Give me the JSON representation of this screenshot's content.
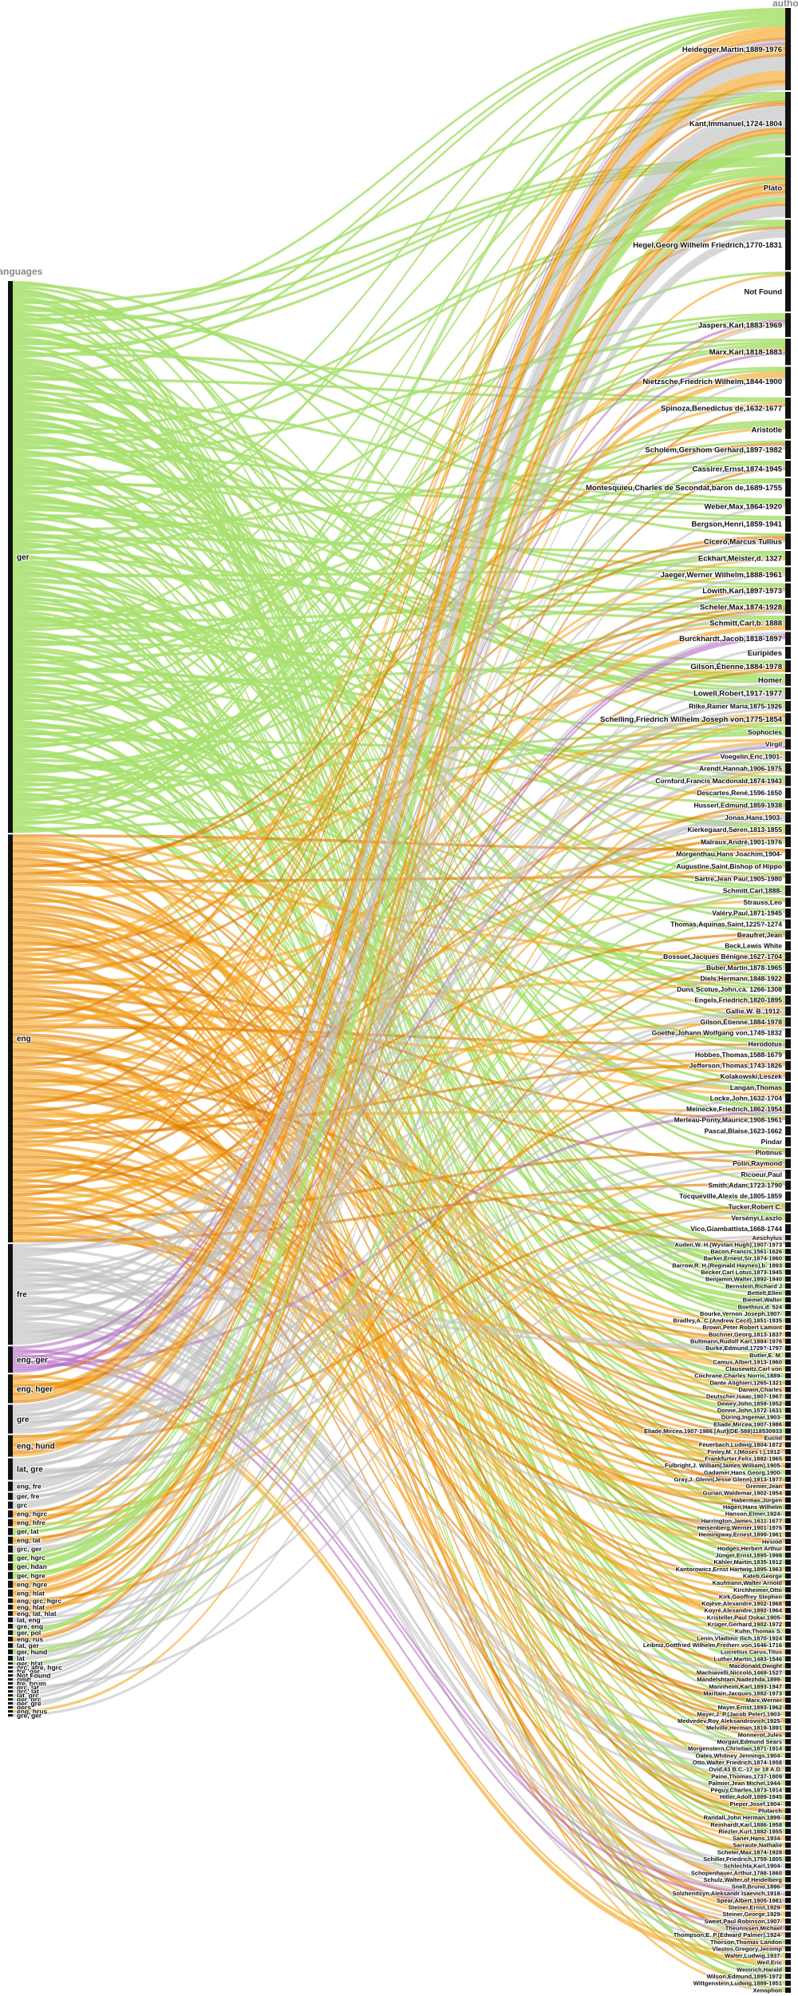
{
  "diagram": {
    "type": "parallel-sets",
    "left_axis_title": "languages",
    "right_axis_title": "author",
    "colors": {
      "green": "#a8e06e",
      "orange": "#f5a623",
      "gray": "#c0c0c0",
      "purple": "#b86fc4",
      "darkorange": "#e07b00",
      "bar": "#111111",
      "label": "#111111"
    },
    "languages": [
      {
        "label": "ger",
        "weight": 230,
        "color": "green"
      },
      {
        "label": "eng",
        "weight": 170,
        "color": "orange"
      },
      {
        "label": "fre",
        "weight": 42,
        "color": "gray"
      },
      {
        "label": "eng, ger",
        "weight": 11,
        "color": "purple"
      },
      {
        "label": "eng, hger",
        "weight": 12,
        "color": "orange"
      },
      {
        "label": "gre",
        "weight": 12,
        "color": "gray"
      },
      {
        "label": "eng, hund",
        "weight": 9,
        "color": "orange"
      },
      {
        "label": "lat, gre",
        "weight": 9,
        "color": "gray"
      },
      {
        "label": "eng, fre",
        "weight": 4,
        "color": "gray"
      },
      {
        "label": "ger, fre",
        "weight": 3,
        "color": "gray"
      },
      {
        "label": "grc",
        "weight": 3,
        "color": "gray"
      },
      {
        "label": "eng, hgrc",
        "weight": 3,
        "color": "orange"
      },
      {
        "label": "eng, hfre",
        "weight": 3,
        "color": "orange"
      },
      {
        "label": "ger, lat",
        "weight": 3,
        "color": "green"
      },
      {
        "label": "eng, lat",
        "weight": 3,
        "color": "orange"
      },
      {
        "label": "grc, ger",
        "weight": 3,
        "color": "gray"
      },
      {
        "label": "ger, hgrc",
        "weight": 3,
        "color": "green"
      },
      {
        "label": "ger, hdan",
        "weight": 3,
        "color": "green"
      },
      {
        "label": "ger, hgre",
        "weight": 3,
        "color": "green"
      },
      {
        "label": "eng, hgre",
        "weight": 3,
        "color": "orange"
      },
      {
        "label": "eng, hlat",
        "weight": 3,
        "color": "orange"
      },
      {
        "label": "eng, grc, hgrc",
        "weight": 2,
        "color": "orange"
      },
      {
        "label": "eng, hlat",
        "weight": 2,
        "color": "orange"
      },
      {
        "label": "eng, lat, hlat",
        "weight": 2,
        "color": "orange"
      },
      {
        "label": "lat, eng",
        "weight": 2,
        "color": "gray"
      },
      {
        "label": "gre, eng",
        "weight": 2,
        "color": "gray"
      },
      {
        "label": "ger, pol",
        "weight": 2,
        "color": "green"
      },
      {
        "label": "eng, rus",
        "weight": 2,
        "color": "orange"
      },
      {
        "label": "lat, ger",
        "weight": 2,
        "color": "gray"
      },
      {
        "label": "ger, hund",
        "weight": 2,
        "color": "green"
      },
      {
        "label": "lat",
        "weight": 2,
        "color": "gray"
      },
      {
        "label": "ger, hlat",
        "weight": 1,
        "color": "green"
      },
      {
        "label": "grc, afre, hgrc",
        "weight": 1,
        "color": "gray"
      },
      {
        "label": "fre, ger",
        "weight": 1,
        "color": "gray"
      },
      {
        "label": "Not Found",
        "weight": 1,
        "color": "gray"
      },
      {
        "label": "gmh",
        "weight": 1,
        "color": "gray"
      },
      {
        "label": "fre, hrum",
        "weight": 1,
        "color": "gray"
      },
      {
        "label": "grc, lat",
        "weight": 1,
        "color": "gray"
      },
      {
        "label": "grc, lat",
        "weight": 1,
        "color": "gray"
      },
      {
        "label": "lat, grc",
        "weight": 1,
        "color": "gray"
      },
      {
        "label": "ger, grc",
        "weight": 1,
        "color": "gray"
      },
      {
        "label": "ger, gre",
        "weight": 1,
        "color": "gray"
      },
      {
        "label": "gers",
        "weight": 1,
        "color": "gray"
      },
      {
        "label": "eng, hrus",
        "weight": 1,
        "color": "orange"
      },
      {
        "label": "gre, ger",
        "weight": 1,
        "color": "gray"
      }
    ],
    "authors": [
      {
        "label": "Heidegger,Martin,1889-1976",
        "weight": 62
      },
      {
        "label": "Kant,Immanuel,1724-1804",
        "weight": 48
      },
      {
        "label": "Plato",
        "weight": 46
      },
      {
        "label": "Hegel,Georg Wilhelm Friedrich,1770-1831",
        "weight": 38
      },
      {
        "label": "Not Found",
        "weight": 30
      },
      {
        "label": "Jaspers,Karl,1883-1969",
        "weight": 18
      },
      {
        "label": "Marx,Karl,1818-1883",
        "weight": 20
      },
      {
        "label": "Nietzsche,Friedrich Wilhelm,1844-1900",
        "weight": 22
      },
      {
        "label": "Spinoza,Benedictus de,1632-1677",
        "weight": 16
      },
      {
        "label": "Aristotle",
        "weight": 14
      },
      {
        "label": "Scholem,Gershom Gerhard,1897-1982",
        "weight": 14
      },
      {
        "label": "Cassirer,Ernst,1874-1945",
        "weight": 12
      },
      {
        "label": "Montesquieu,Charles de Secondat,baron de,1689-1755",
        "weight": 14
      },
      {
        "label": "Weber,Max,1864-1920",
        "weight": 12
      },
      {
        "label": "Bergson,Henri,1859-1941",
        "weight": 12
      },
      {
        "label": "Cicero,Marcus Tullius",
        "weight": 12
      },
      {
        "label": "Eckhart,Meister,d. 1327",
        "weight": 11
      },
      {
        "label": "Jaeger,Werner Wilhelm,1888-1961",
        "weight": 11
      },
      {
        "label": "Löwith,Karl,1897-1973",
        "weight": 11
      },
      {
        "label": "Scheler,Max,1874-1928",
        "weight": 11
      },
      {
        "label": "Schmitt,Carl,b. 1888",
        "weight": 11
      },
      {
        "label": "Burckhardt,Jacob,1818-1897",
        "weight": 10
      },
      {
        "label": "Euripides",
        "weight": 9
      },
      {
        "label": "Gilson,Étienne,1884-1978",
        "weight": 9
      },
      {
        "label": "Homer",
        "weight": 9
      },
      {
        "label": "Lowell,Robert,1917-1977",
        "weight": 9
      },
      {
        "label": "Rilke,Rainer Maria,1875-1926",
        "weight": 8
      },
      {
        "label": "Schelling,Friedrich Wilhelm Joseph von,1775-1854",
        "weight": 9
      },
      {
        "label": "Sophocles",
        "weight": 8
      },
      {
        "label": "Virgil",
        "weight": 8
      },
      {
        "label": "Voegelin,Eric,1901-",
        "weight": 8
      },
      {
        "label": "Arendt,Hannah,1906-1975",
        "weight": 8
      },
      {
        "label": "Cornford,Francis Macdonald,1874-1943",
        "weight": 8
      },
      {
        "label": "Descartes,René,1596-1650",
        "weight": 8
      },
      {
        "label": "Husserl,Edmund,1859-1938",
        "weight": 8
      },
      {
        "label": "Jonas,Hans,1903-",
        "weight": 8
      },
      {
        "label": "Kierkegaard,Søren,1813-1855",
        "weight": 8
      },
      {
        "label": "Malraux,André,1901-1976",
        "weight": 8
      },
      {
        "label": "Morgenthau,Hans Joachim,1904-",
        "weight": 8
      },
      {
        "label": "Augustine,Saint,Bishop of Hippo",
        "weight": 8
      },
      {
        "label": "Sartre,Jean Paul,1905-1980",
        "weight": 8
      },
      {
        "label": "Schmitt,Carl,1888-",
        "weight": 8
      },
      {
        "label": "Strauss,Leo",
        "weight": 7
      },
      {
        "label": "Valéry,Paul,1871-1945",
        "weight": 7
      },
      {
        "label": "Thomas,Aquinas,Saint,1225?-1274",
        "weight": 7
      },
      {
        "label": "Beaufret,Jean",
        "weight": 7
      },
      {
        "label": "Beck,Lewis White",
        "weight": 7
      },
      {
        "label": "Bossuet,Jacques Bénigne,1627-1704",
        "weight": 7
      },
      {
        "label": "Buber,Martin,1878-1965",
        "weight": 7
      },
      {
        "label": "Diels,Hermann,1848-1922",
        "weight": 7
      },
      {
        "label": "Duns Scotus,John,ca. 1266-1308",
        "weight": 7
      },
      {
        "label": "Engels,Friedrich,1820-1895",
        "weight": 7
      },
      {
        "label": "Gallie,W. B.,1912-",
        "weight": 7
      },
      {
        "label": "Gilson,Étienne,1884-1978",
        "weight": 7
      },
      {
        "label": "Goethe,Johann Wolfgang von,1749-1832",
        "weight": 7
      },
      {
        "label": "Herodotus",
        "weight": 7
      },
      {
        "label": "Hobbes,Thomas,1588-1679",
        "weight": 7
      },
      {
        "label": "Jefferson,Thomas,1743-1826",
        "weight": 7
      },
      {
        "label": "Kolakowski,Leszek",
        "weight": 7
      },
      {
        "label": "Langan,Thomas",
        "weight": 7
      },
      {
        "label": "Locke,John,1632-1704",
        "weight": 7
      },
      {
        "label": "Meinecke,Friedrich,1862-1954",
        "weight": 7
      },
      {
        "label": "Merleau-Ponty,Maurice,1908-1961",
        "weight": 7
      },
      {
        "label": "Pascal,Blaise,1623-1662",
        "weight": 7
      },
      {
        "label": "Pindar",
        "weight": 7
      },
      {
        "label": "Plotinus",
        "weight": 7
      },
      {
        "label": "Polin,Raymond",
        "weight": 7
      },
      {
        "label": "Ricoeur,Paul",
        "weight": 7
      },
      {
        "label": "Smith,Adam,1723-1790",
        "weight": 7
      },
      {
        "label": "Tocqueville,Alexis de,1805-1859",
        "weight": 7
      },
      {
        "label": "Tucker,Robert C.",
        "weight": 7
      },
      {
        "label": "Versényi,Laszlo",
        "weight": 7
      },
      {
        "label": "Vico,Giambattista,1668-1744",
        "weight": 7
      },
      {
        "label": "Aeschylus",
        "weight": 4
      },
      {
        "label": "Auden,W. H.(Wystan Hugh),1907-1973",
        "weight": 4
      },
      {
        "label": "Bacon,Francis,1561-1626",
        "weight": 4
      },
      {
        "label": "Barker,Ernest,Sir,1874-1960",
        "weight": 4
      },
      {
        "label": "Barrow,R. H.(Reginald Haynes),b. 1893",
        "weight": 4
      },
      {
        "label": "Becker,Carl Lotus,1873-1945",
        "weight": 4
      },
      {
        "label": "Benjamin,Walter,1892-1940",
        "weight": 4
      },
      {
        "label": "Bernstein,Richard J",
        "weight": 4
      },
      {
        "label": "Bettelt,Ellen",
        "weight": 4
      },
      {
        "label": "Biemel,Walter",
        "weight": 4
      },
      {
        "label": "Boethius,d. 524",
        "weight": 4
      },
      {
        "label": "Bourke,Vernon Joseph,1907-",
        "weight": 4
      },
      {
        "label": "Bradley,A. C.(Andrew Cecil),1851-1935",
        "weight": 4
      },
      {
        "label": "Brown,Peter Robert Lamont",
        "weight": 4
      },
      {
        "label": "Büchner,Georg,1813-1837",
        "weight": 4
      },
      {
        "label": "Bultmann,Rudolf Karl,1884-1976",
        "weight": 4
      },
      {
        "label": "Burke,Edmund,1729?-1797",
        "weight": 4
      },
      {
        "label": "Butler,E. M.",
        "weight": 4
      },
      {
        "label": "Camus,Albert,1913-1960",
        "weight": 4
      },
      {
        "label": "Clausewitz,Carl von",
        "weight": 4
      },
      {
        "label": "Cochrane,Charles Norris,1889-",
        "weight": 4
      },
      {
        "label": "Dante Alighieri,1265-1321",
        "weight": 4
      },
      {
        "label": "Darwin,Charles",
        "weight": 4
      },
      {
        "label": "Deutscher,Isaac,1907-1967",
        "weight": 4
      },
      {
        "label": "Dewey,John,1859-1952",
        "weight": 4
      },
      {
        "label": "Donne,John,1572-1631",
        "weight": 4
      },
      {
        "label": "Düring,Ingemar,1903-",
        "weight": 4
      },
      {
        "label": "Eliade,Mircea,1907-1986",
        "weight": 4
      },
      {
        "label": "Eliade,Mircea,1907-1986.[Aut](DE-588)118530933",
        "weight": 4
      },
      {
        "label": "Euclid",
        "weight": 4
      },
      {
        "label": "Feuerbach,Ludwig,1804-1872",
        "weight": 4
      },
      {
        "label": "Finley,M. I.(Moses I.),1912-",
        "weight": 4
      },
      {
        "label": "Frankfurter,Felix,1882-1965",
        "weight": 4
      },
      {
        "label": "Fulbright,J. William(James William),1905-",
        "weight": 4
      },
      {
        "label": "Gadamer,Hans Georg,1900-",
        "weight": 4
      },
      {
        "label": "Gray,J. Glenn(Jesse Glenn),1913-1977",
        "weight": 4
      },
      {
        "label": "Grenier,Jean",
        "weight": 4
      },
      {
        "label": "Gurian,Waldemar,1902-1954",
        "weight": 4
      },
      {
        "label": "Habermas,Jürgen",
        "weight": 4
      },
      {
        "label": "Hagen,Hans Wilhelm",
        "weight": 4
      },
      {
        "label": "Hanson,Elmer,1924-",
        "weight": 4
      },
      {
        "label": "Harrington,James,1611-1677",
        "weight": 4
      },
      {
        "label": "Heisenberg,Werner,1901-1976",
        "weight": 4
      },
      {
        "label": "Hemingway,Ernest,1899-1961",
        "weight": 4
      },
      {
        "label": "Hesiod",
        "weight": 4
      },
      {
        "label": "Hodges,Herbert Arthur",
        "weight": 4
      },
      {
        "label": "Jünger,Ernst,1895-1998",
        "weight": 4
      },
      {
        "label": "Kähler,Martin,1835-1912",
        "weight": 4
      },
      {
        "label": "Kantorowicz,Ernst Hartwig,1895-1963",
        "weight": 4
      },
      {
        "label": "Kateb,George",
        "weight": 4
      },
      {
        "label": "Kaufmann,Walter Arnold",
        "weight": 4
      },
      {
        "label": "Kirchheimer,Otto",
        "weight": 4
      },
      {
        "label": "Kirk,Geoffrey Stephen",
        "weight": 4
      },
      {
        "label": "Kojève,Alexandre,1902-1968",
        "weight": 4
      },
      {
        "label": "Koyré,Alexandre,1892-1964",
        "weight": 4
      },
      {
        "label": "Kristeller,Paul Oskar,1905-",
        "weight": 4
      },
      {
        "label": "Krüger,Gerhard,1902-1972",
        "weight": 4
      },
      {
        "label": "Kuhn,Thomas S.",
        "weight": 4
      },
      {
        "label": "Lenin,Vladimir Ilich,1870-1924",
        "weight": 4
      },
      {
        "label": "Leibniz,Gottfried Wilhelm,Freiherr von,1646-1716",
        "weight": 4
      },
      {
        "label": "Lucretius Carus,Titus",
        "weight": 4
      },
      {
        "label": "Luther,Martin,1483-1546",
        "weight": 4
      },
      {
        "label": "Macdonald,Dwight",
        "weight": 4
      },
      {
        "label": "Machiavelli,Niccolò,1469-1527",
        "weight": 4
      },
      {
        "label": "Mandelshtam,Nadezhda,1899-",
        "weight": 4
      },
      {
        "label": "Mannheim,Karl,1893-1947",
        "weight": 4
      },
      {
        "label": "Maritain,Jacques,1882-1973",
        "weight": 4
      },
      {
        "label": "Marx,Werner",
        "weight": 4
      },
      {
        "label": "Mayer,Ernst,1893-1962",
        "weight": 4
      },
      {
        "label": "Mayer,J. P.(Jacob Peter),1903-",
        "weight": 4
      },
      {
        "label": "Medvedev,Roy Aleksandrovich,1925-",
        "weight": 4
      },
      {
        "label": "Melville,Herman,1819-1891",
        "weight": 4
      },
      {
        "label": "Monnerot,Jules",
        "weight": 4
      },
      {
        "label": "Morgan,Edmund Sears",
        "weight": 4
      },
      {
        "label": "Morgenstern,Christian,1871-1914",
        "weight": 4
      },
      {
        "label": "Oates,Whitney Jennings,1904-",
        "weight": 4
      },
      {
        "label": "Otto,Walter Friedrich,1874-1958",
        "weight": 4
      },
      {
        "label": "Ovid,43 B.C.-17 or 18 A.D.",
        "weight": 4
      },
      {
        "label": "Paine,Thomas,1737-1809",
        "weight": 4
      },
      {
        "label": "Palmier,Jean Michel,1944-",
        "weight": 4
      },
      {
        "label": "Péguy,Charles,1873-1914",
        "weight": 4
      },
      {
        "label": "Hitler,Adolf,1889-1945",
        "weight": 4
      },
      {
        "label": "Pieper,Josef,1904-",
        "weight": 4
      },
      {
        "label": "Plutarch",
        "weight": 4
      },
      {
        "label": "Randall,John Herman,1899-",
        "weight": 4
      },
      {
        "label": "Reinhardt,Karl,1886-1958",
        "weight": 4
      },
      {
        "label": "Riezler,Kurt,1882-1955",
        "weight": 4
      },
      {
        "label": "Saner,Hans,1934-",
        "weight": 4
      },
      {
        "label": "Sarraute,Nathalie",
        "weight": 4
      },
      {
        "label": "Scheler,Max,1874-1928",
        "weight": 4
      },
      {
        "label": "Schiller,Friedrich,1759-1805",
        "weight": 4
      },
      {
        "label": "Schlechta,Karl,1904-",
        "weight": 4
      },
      {
        "label": "Schopenhauer,Arthur,1788-1860",
        "weight": 4
      },
      {
        "label": "Schulz,Walter,of Heidelberg",
        "weight": 4
      },
      {
        "label": "Snell,Bruno,1896-",
        "weight": 4
      },
      {
        "label": "Solzhenitsyn,Aleksandr Isaevich,1918-",
        "weight": 4
      },
      {
        "label": "Spear,Albert,1905-1981",
        "weight": 4
      },
      {
        "label": "Steiner,Ernst,1929-",
        "weight": 4
      },
      {
        "label": "Steiner,George,1929-",
        "weight": 4
      },
      {
        "label": "Sweet,Paul Robinson,1907-",
        "weight": 4
      },
      {
        "label": "Theunissen,Michael",
        "weight": 4
      },
      {
        "label": "Thompson,E. P.(Edward Palmer),1924-",
        "weight": 4
      },
      {
        "label": "Thorson,Thomas Landon",
        "weight": 4
      },
      {
        "label": "Vlastos,Gregory,Jecomp",
        "weight": 4
      },
      {
        "label": "Walter,Ludwig,1937-",
        "weight": 4
      },
      {
        "label": "Weil,Eric",
        "weight": 4
      },
      {
        "label": "Weinrich,Harald",
        "weight": 4
      },
      {
        "label": "Wilson,Edmund,1895-1972",
        "weight": 4
      },
      {
        "label": "Wittgenstein,Ludwig,1889-1951",
        "weight": 4
      },
      {
        "label": "Xenophon",
        "weight": 4
      }
    ]
  }
}
